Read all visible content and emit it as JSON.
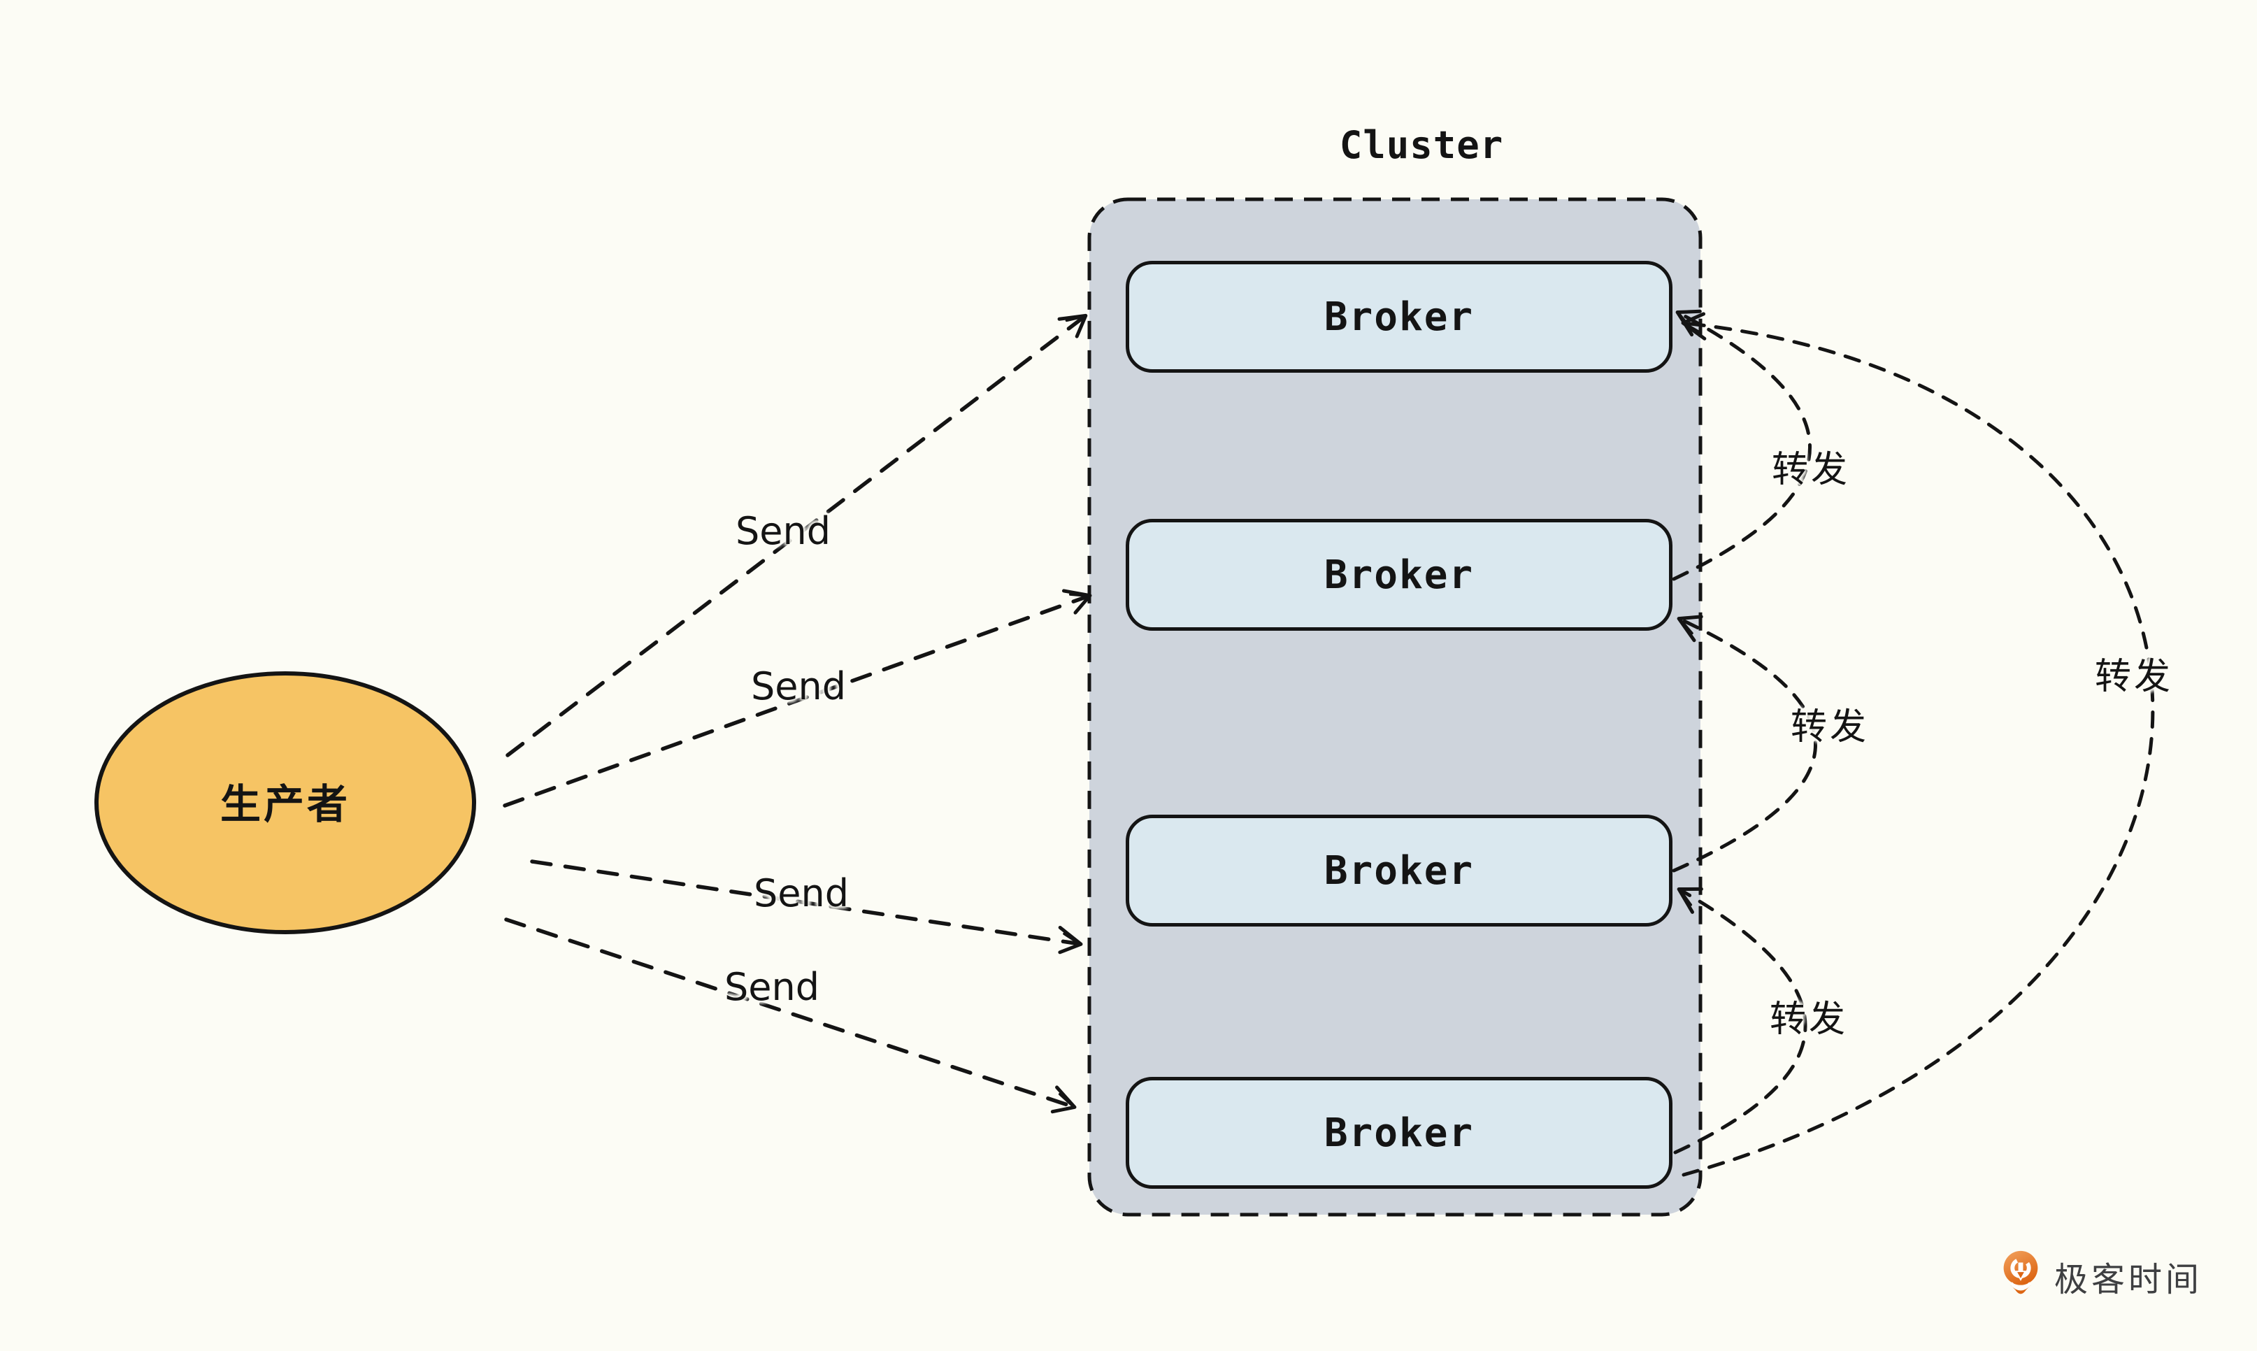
{
  "diagram": {
    "cluster": {
      "title": "Cluster",
      "brokers": [
        {
          "label": "Broker"
        },
        {
          "label": "Broker"
        },
        {
          "label": "Broker"
        },
        {
          "label": "Broker"
        }
      ]
    },
    "producer": {
      "label": "生产者"
    },
    "send_arrows": [
      {
        "label": "Send"
      },
      {
        "label": "Send"
      },
      {
        "label": "Send"
      },
      {
        "label": "Send"
      }
    ],
    "forward_arrows": [
      {
        "label": "转发"
      },
      {
        "label": "转发"
      },
      {
        "label": "转发"
      },
      {
        "label": "转发"
      }
    ],
    "logo": {
      "text": "极客时间"
    },
    "colors": {
      "background": "#FCFCF5",
      "cluster_fill": "#CED4DC",
      "broker_fill": "#DAE8EF",
      "producer_fill": "#F6C464",
      "stroke": "#141414",
      "logo_orange": "#E8742C",
      "logo_text": "#3E3F41"
    }
  }
}
